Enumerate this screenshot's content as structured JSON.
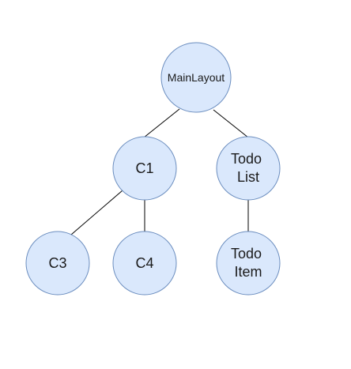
{
  "diagram": {
    "type": "tree",
    "nodes": {
      "mainlayout": {
        "lines": [
          "MainLayout"
        ]
      },
      "c1": {
        "lines": [
          "C1"
        ]
      },
      "todolist": {
        "lines": [
          "Todo",
          "List"
        ]
      },
      "c3": {
        "lines": [
          "C3"
        ]
      },
      "c4": {
        "lines": [
          "C4"
        ]
      },
      "todoitem": {
        "lines": [
          "Todo",
          "Item"
        ]
      }
    },
    "edges": [
      {
        "from": "mainlayout",
        "to": "c1"
      },
      {
        "from": "mainlayout",
        "to": "todolist"
      },
      {
        "from": "c1",
        "to": "c3"
      },
      {
        "from": "c1",
        "to": "c4"
      },
      {
        "from": "todolist",
        "to": "todoitem"
      }
    ],
    "colors": {
      "node_fill": "#dae8fc",
      "node_stroke": "#6c8ebf",
      "edge": "#000000",
      "text": "#1a1a1a"
    }
  }
}
